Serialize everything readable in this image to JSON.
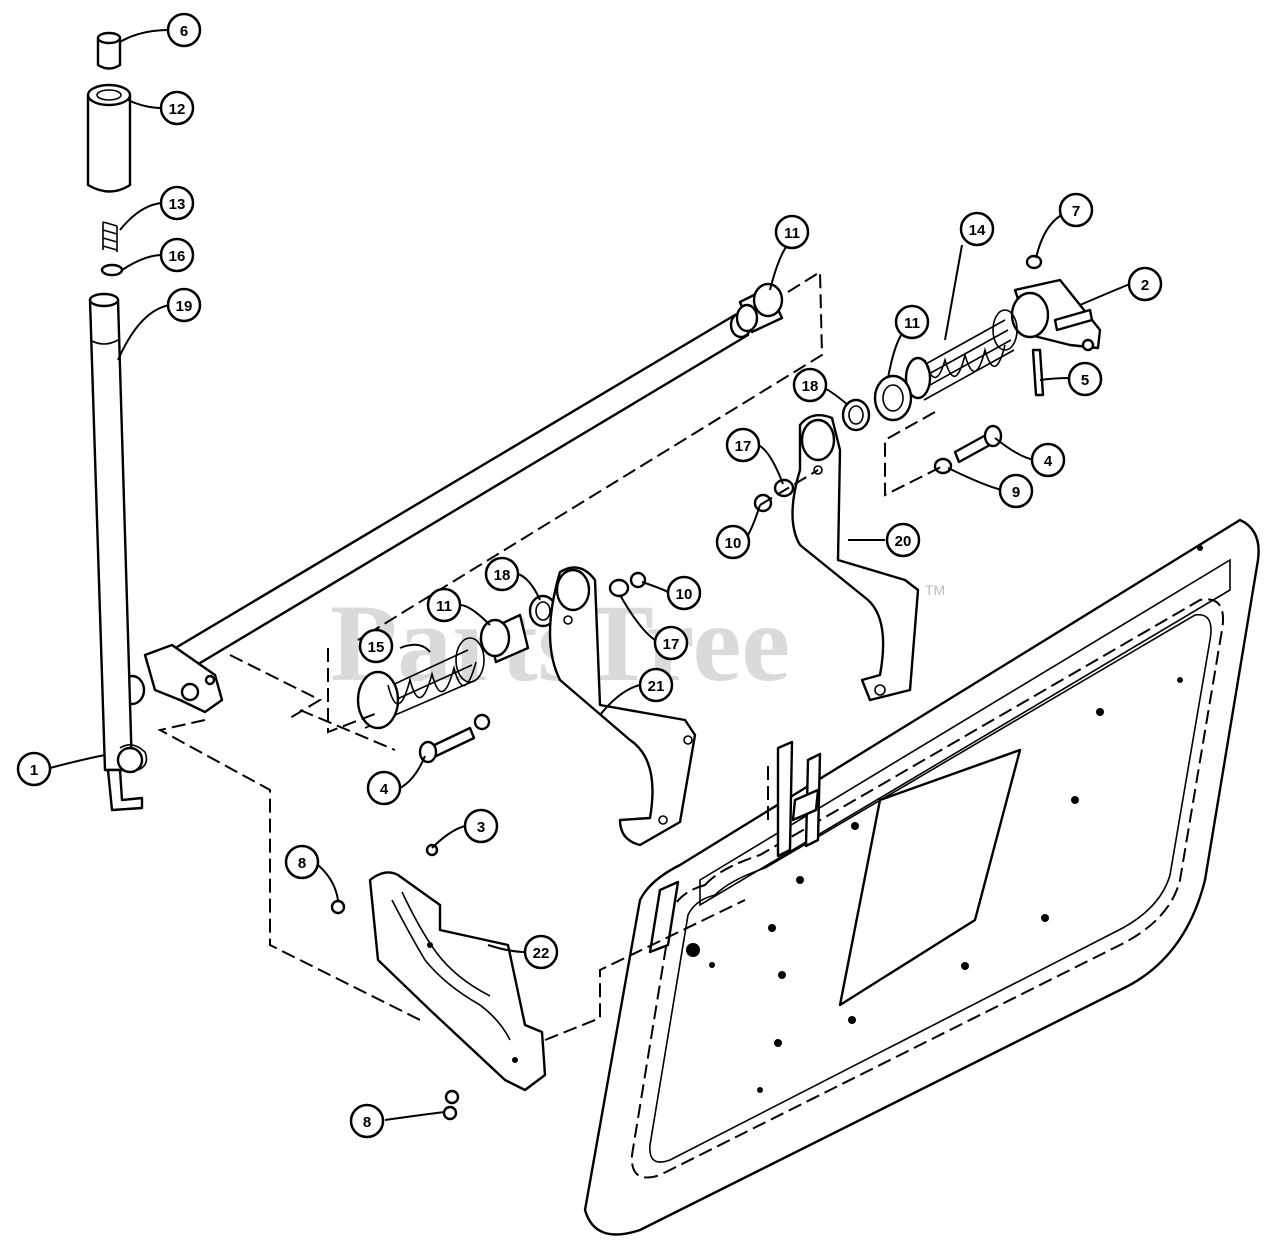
{
  "watermark": {
    "text": "PartsTree",
    "tm": "TM"
  },
  "callouts": [
    {
      "id": "c6",
      "label": "6"
    },
    {
      "id": "c12",
      "label": "12"
    },
    {
      "id": "c13",
      "label": "13"
    },
    {
      "id": "c16",
      "label": "16"
    },
    {
      "id": "c19",
      "label": "19"
    },
    {
      "id": "c11a",
      "label": "11"
    },
    {
      "id": "c14",
      "label": "14"
    },
    {
      "id": "c7",
      "label": "7"
    },
    {
      "id": "c2",
      "label": "2"
    },
    {
      "id": "c11b",
      "label": "11"
    },
    {
      "id": "c5",
      "label": "5"
    },
    {
      "id": "c18a",
      "label": "18"
    },
    {
      "id": "c17a",
      "label": "17"
    },
    {
      "id": "c4a",
      "label": "4"
    },
    {
      "id": "c9",
      "label": "9"
    },
    {
      "id": "c10a",
      "label": "10"
    },
    {
      "id": "c20",
      "label": "20"
    },
    {
      "id": "c18b",
      "label": "18"
    },
    {
      "id": "c11c",
      "label": "11"
    },
    {
      "id": "c10b",
      "label": "10"
    },
    {
      "id": "c15",
      "label": "15"
    },
    {
      "id": "c17b",
      "label": "17"
    },
    {
      "id": "c21",
      "label": "21"
    },
    {
      "id": "c1",
      "label": "1"
    },
    {
      "id": "c4b",
      "label": "4"
    },
    {
      "id": "c3",
      "label": "3"
    },
    {
      "id": "c8a",
      "label": "8"
    },
    {
      "id": "c22",
      "label": "22"
    },
    {
      "id": "c8b",
      "label": "8"
    }
  ]
}
